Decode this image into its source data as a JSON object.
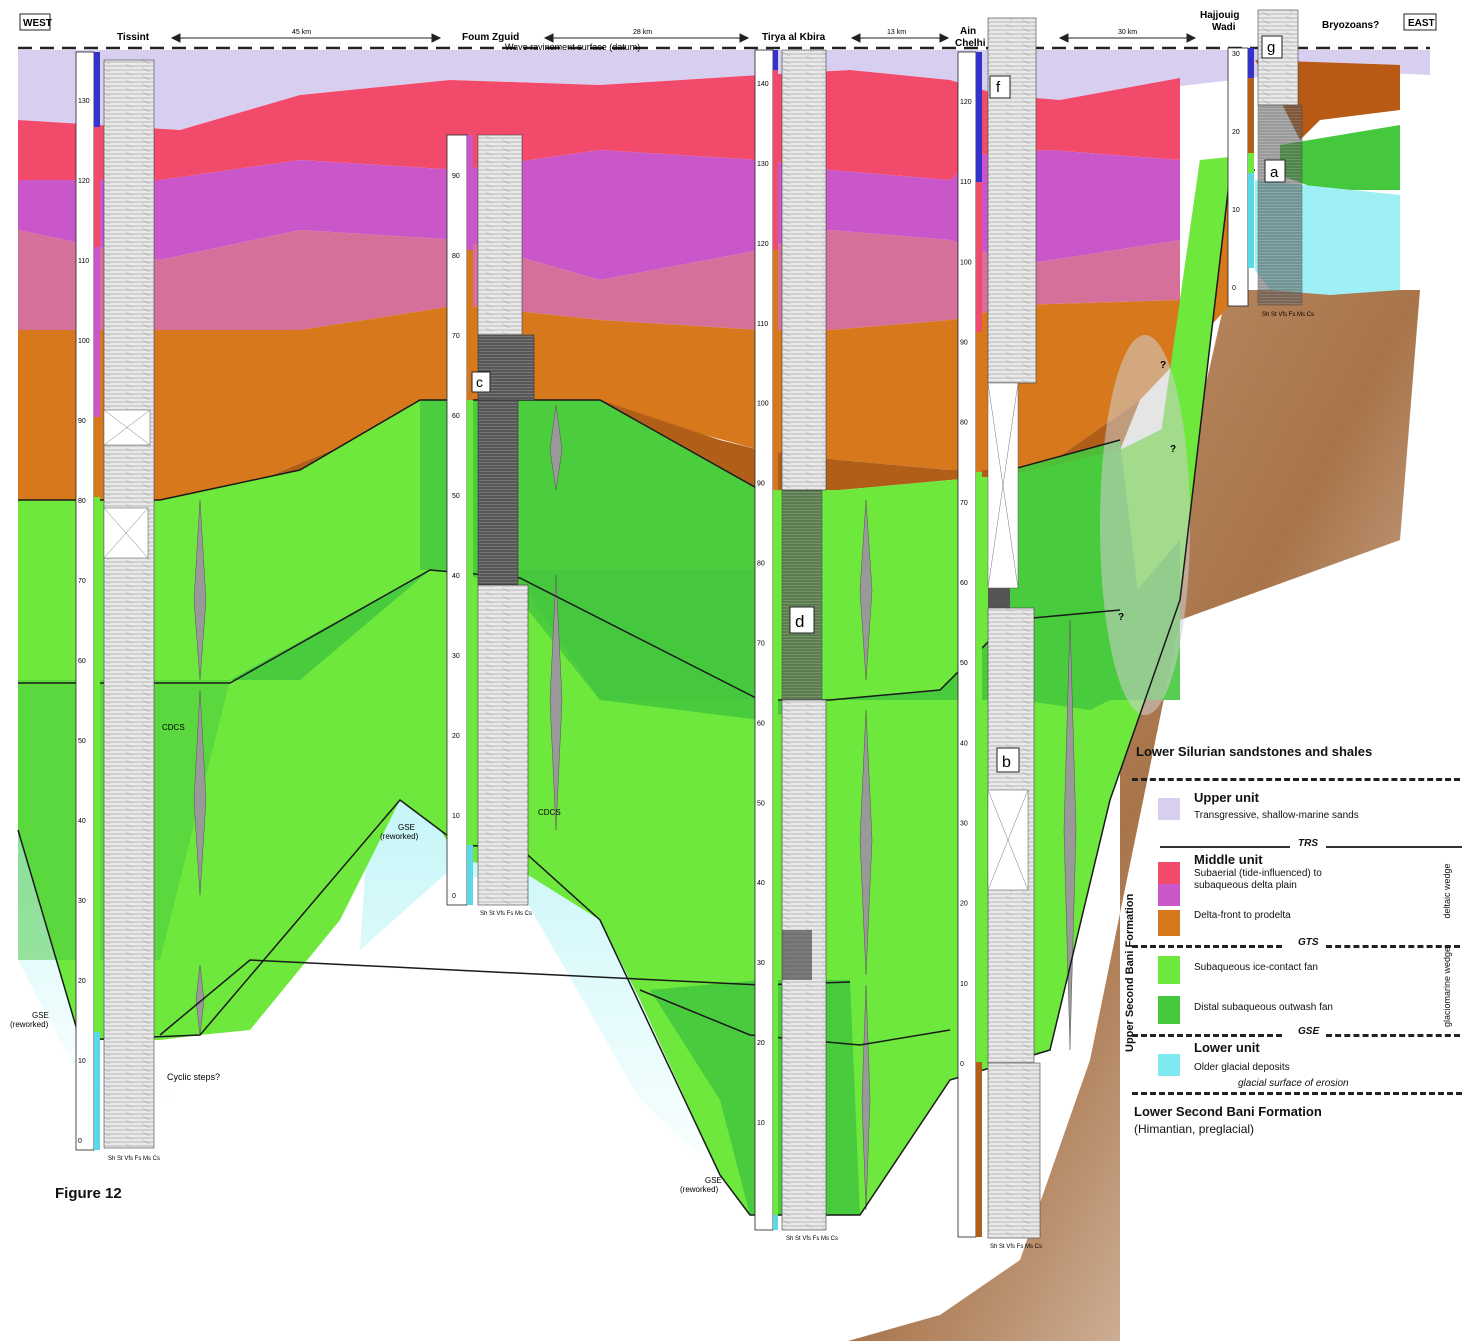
{
  "header": {
    "west_tag": "WEST",
    "east_tag": "EAST",
    "localities": [
      {
        "name": "Tissint"
      },
      {
        "name": "Foum Zguid"
      },
      {
        "name": "Tirya al Kbira"
      },
      {
        "name": "Ain",
        "name2": "Chelhi"
      },
      {
        "name": "Hajjouig",
        "name2": "Wadi"
      }
    ],
    "distances": [
      "45 km",
      "28 km",
      "13 km",
      "30 km"
    ],
    "datum_label": "Wave ravinement surface (datum)",
    "bryozoans": "Bryozoans?"
  },
  "annotations": {
    "gse_reworked": "GSE (reworked)",
    "gse_tag": "GSE",
    "cdcs": "CDCS",
    "cyclic_steps": "Cyclic steps?",
    "qmark": "?"
  },
  "photo_tags": [
    "a",
    "b",
    "c",
    "d",
    "f",
    "g"
  ],
  "scales": {
    "tissint": [
      "130",
      "120",
      "110",
      "100",
      "90",
      "80",
      "70",
      "60",
      "50",
      "40",
      "30",
      "20",
      "10",
      "0"
    ],
    "foum": [
      "90",
      "80",
      "70",
      "60",
      "50",
      "40",
      "30",
      "20",
      "10",
      "0"
    ],
    "tirya": [
      "140",
      "130",
      "120",
      "110",
      "100",
      "90",
      "80",
      "70",
      "60",
      "50",
      "40",
      "30",
      "20",
      "10"
    ],
    "ain": [
      "120",
      "110",
      "100",
      "90",
      "80",
      "70",
      "60",
      "50",
      "40",
      "30",
      "20",
      "10",
      "0"
    ],
    "hajjouig": [
      "30",
      "20",
      "10",
      "0"
    ]
  },
  "grain_axis": "Sh St Vfs Fs Ms Cs",
  "figure_label": "Figure 12",
  "legend": {
    "title": "Lower Silurian sandstones and shales",
    "formation": "Upper Second Bani Formation",
    "upper_unit": "Upper unit",
    "upper_desc": "Transgressive, shallow-marine sands",
    "trs": "TRS",
    "middle_unit": "Middle unit",
    "middle_desc1": "Subaerial (tide-influenced) to",
    "middle_desc2": "subaqueous delta plain",
    "middle_desc3": "Delta-front to prodelta",
    "deltaic": "deltaic wedge",
    "gts": "GTS",
    "glacio1": "Subaqueous ice-contact fan",
    "glacio2": "Distal subaqueous outwash fan",
    "glaciomarine": "glaciomarine wedge",
    "gse": "GSE",
    "lower_unit": "Lower unit",
    "lower_desc": "Older glacial deposits",
    "gse_line": "glacial surface of erosion",
    "lower_formation": "Lower Second Bani Formation",
    "lower_formation_sub": "(Himantian, preglacial)"
  },
  "colors": {
    "upper": "#d8cff0",
    "red": "#f24a6a",
    "magenta": "#c957c9",
    "orange": "#d8781c",
    "brown": "#b05e18",
    "lime": "#6ee83c",
    "green": "#45c83e",
    "cyan": "#9ff0f4",
    "bedrock": "#a8744a",
    "blue": "#3333cc"
  }
}
